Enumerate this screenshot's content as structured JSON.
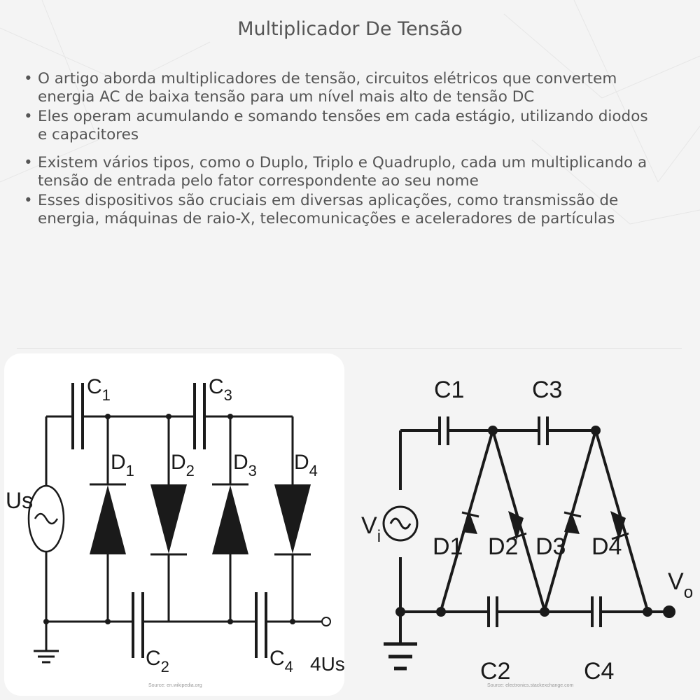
{
  "title": "Multiplicador De Tensão",
  "bullets": [
    "O artigo aborda multiplicadores de tensão, circuitos elétricos que convertem energia AC de baixa tensão para um nível mais alto de tensão DC",
    "Eles operam acumulando e somando tensões em cada estágio, utilizando diodos e capacitores",
    "Existem vários tipos, como o Duplo, Triplo e Quadruplo, cada um multiplicando a tensão de entrada pelo fator correspondente ao seu nome",
    "Esses dispositivos são cruciais em diversas aplicações, como transmissão de energia, máquinas de raio-X, telecomunicações e aceleradores de partículas"
  ],
  "left_diagram": {
    "source_label": "Us",
    "output_label": "4Us",
    "caps": [
      {
        "letter": "C",
        "sub": "1"
      },
      {
        "letter": "C",
        "sub": "2"
      },
      {
        "letter": "C",
        "sub": "3"
      },
      {
        "letter": "C",
        "sub": "4"
      }
    ],
    "diodes": [
      {
        "letter": "D",
        "sub": "1"
      },
      {
        "letter": "D",
        "sub": "2"
      },
      {
        "letter": "D",
        "sub": "3"
      },
      {
        "letter": "D",
        "sub": "4"
      }
    ],
    "source_credit": "Source: en.wikipedia.org"
  },
  "right_diagram": {
    "input": {
      "letter": "V",
      "sub": "i"
    },
    "output": {
      "letter": "V",
      "sub": "o"
    },
    "caps": [
      "C1",
      "C2",
      "C3",
      "C4"
    ],
    "diodes": [
      "D1",
      "D2",
      "D3",
      "D4"
    ],
    "source_credit": "Source: electronics.stackexchange.com"
  }
}
